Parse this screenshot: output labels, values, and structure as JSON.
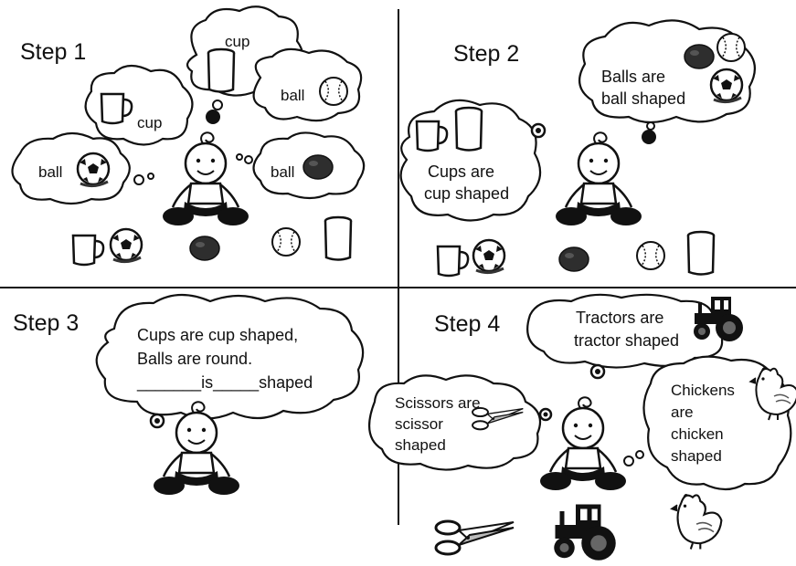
{
  "steps": {
    "step1": "Step 1",
    "step2": "Step 2",
    "step3": "Step 3",
    "step4": "Step 4"
  },
  "step1_thoughts": {
    "cup_top": "cup",
    "cup_left": "cup",
    "ball_right": "ball",
    "ball_left": "ball",
    "ball_mid": "ball"
  },
  "step2_thoughts": {
    "balls_line1": "Balls are",
    "balls_line2": "ball shaped",
    "cups_line1": "Cups are",
    "cups_line2": "cup shaped"
  },
  "step3_thought": {
    "line1": "Cups are cup shaped,",
    "line2": "Balls are round.",
    "line3": "_______is_____shaped"
  },
  "step4_thoughts": {
    "tractors_line1": "Tractors are",
    "tractors_line2": "tractor shaped",
    "scissors_line1": "Scissors are",
    "scissors_line2": "scissor",
    "scissors_line3": "shaped",
    "chickens_line1": "Chickens",
    "chickens_line2": "are",
    "chickens_line3": "chicken",
    "chickens_line4": "shaped"
  },
  "colors": {
    "ink": "#111111",
    "background": "#ffffff",
    "dark_ball": "#333333"
  },
  "icons": [
    "baby-icon",
    "cup-icon",
    "mug-icon",
    "soccer-ball-icon",
    "baseball-icon",
    "dark-ball-icon",
    "tractor-icon",
    "scissors-icon",
    "chicken-icon"
  ]
}
